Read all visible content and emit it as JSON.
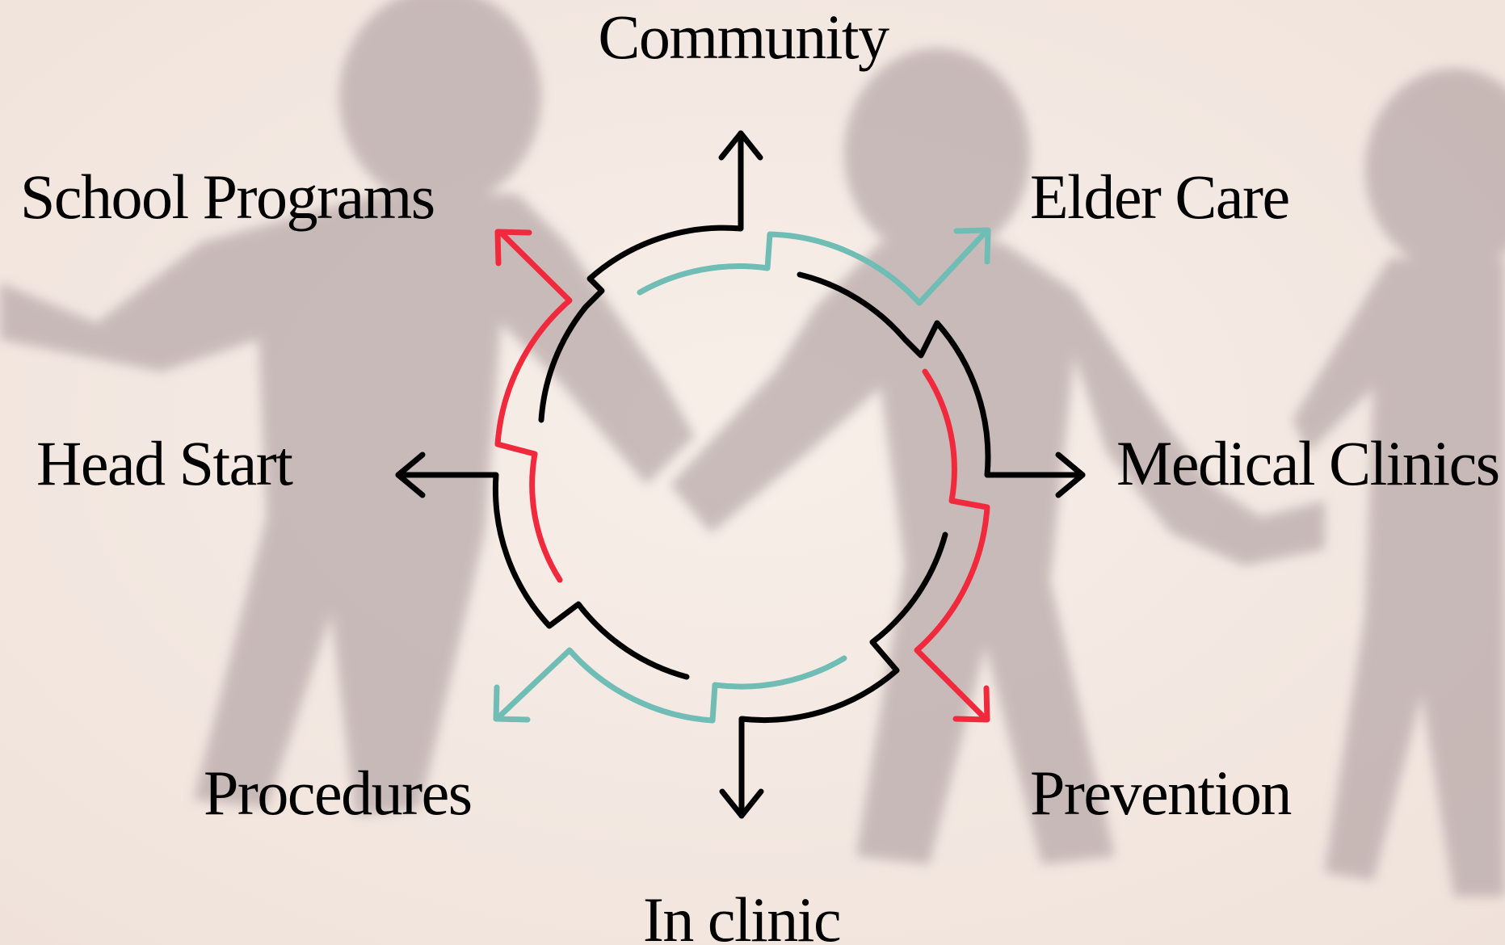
{
  "labels": {
    "community": "Community",
    "elder_care": "Elder Care",
    "school_programs": "School Programs",
    "head_start": "Head Start",
    "medical_clinics": "Medical Clinics",
    "procedures": "Procedures",
    "prevention": "Prevention",
    "in_clinic": "In clinic"
  },
  "colors": {
    "background": "#f5ebe4",
    "figure_shadow": "#b9aaaa",
    "ring_black": "#000000",
    "ring_red": "#f02a3c",
    "ring_teal": "#6fbdb5"
  },
  "icons": {
    "background": "paper-people-chain-silhouette",
    "center": "circular-arrows-cycle"
  }
}
